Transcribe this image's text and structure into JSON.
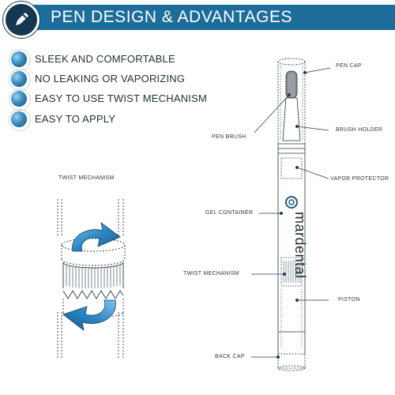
{
  "header": {
    "title": "PEN DESIGN & ADVANTAGES"
  },
  "features": [
    {
      "label": "SLEEK AND COMFORTABLE"
    },
    {
      "label": "NO LEAKING OR VAPORIZING"
    },
    {
      "label": "EASY TO USE TWIST MECHANISM"
    },
    {
      "label": "EASY TO APPLY"
    }
  ],
  "twist_detail": {
    "label": "TWIST MECHANISM"
  },
  "pen": {
    "brand": "mardental",
    "labels": {
      "pen_cap": "PEN CAP",
      "pen_brush": "PEN BRUSH",
      "brush_holder": "BRUSH HOLDER",
      "vapor_protector": "VAPOR PROTECTOR",
      "gel_container": "GEL CONTAINER",
      "twist_mechanism": "TWIST MECHANISM",
      "piston": "PISTON",
      "back_cap": "BACK CAP"
    }
  },
  "colors": {
    "header_bar": "#1c6d9a",
    "badge": "#13384f",
    "arrow_blue": "#2c86c4",
    "line": "#233a4a"
  },
  "icons": {
    "header_badge": "pen-icon",
    "bullet": "blue-sphere-bullet"
  }
}
